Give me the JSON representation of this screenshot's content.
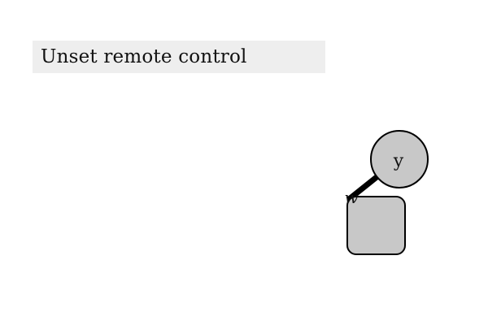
{
  "instruction": {
    "text": "Unset remote control"
  },
  "widget": {
    "round_node": {
      "label": "y"
    },
    "square_node": {
      "label": ""
    },
    "link": {
      "label": "w"
    },
    "node_fill": "#c8c8c8",
    "stroke": "#000000"
  }
}
